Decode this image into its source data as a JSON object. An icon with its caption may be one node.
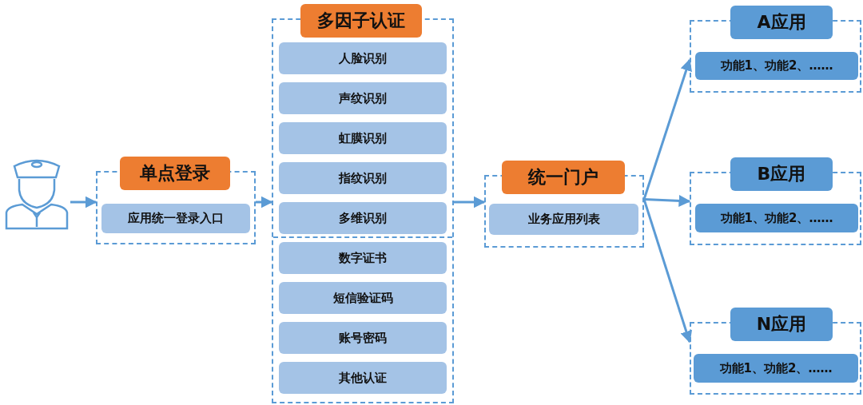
{
  "diagram": {
    "nodes": [
      {
        "text": [],
        "shape": "person"
      },
      {
        "text": [
          "单点登录"
        ]
      },
      {
        "text": [
          "应用统一登录入口"
        ],
        "in": 1
      },
      {
        "text": [
          "多因子认证"
        ]
      },
      {
        "text": [
          "人脸识别"
        ],
        "in": 3
      },
      {
        "text": [
          "声纹识别"
        ],
        "in": 3
      },
      {
        "text": [
          "虹膜识别"
        ],
        "in": 3
      },
      {
        "text": [
          "指纹识别"
        ],
        "in": 3
      },
      {
        "text": [
          "多维识别"
        ],
        "in": 3
      },
      {
        "text": [
          "数字证书"
        ],
        "in": 3
      },
      {
        "text": [
          "短信验证码"
        ],
        "in": 3
      },
      {
        "text": [
          "账号密码"
        ],
        "in": 3
      },
      {
        "text": [
          "其他认证"
        ],
        "in": 3
      },
      {
        "text": [
          "统一门户"
        ]
      },
      {
        "text": [
          "业务应用列表"
        ],
        "in": 13
      },
      {
        "text": [
          "A应用"
        ]
      },
      {
        "text": [
          "功能1、功能2、……"
        ],
        "in": 15
      },
      {
        "text": [
          "B应用"
        ]
      },
      {
        "text": [
          "功能1、功能2、……"
        ],
        "in": 17
      },
      {
        "text": [
          "N应用"
        ]
      },
      {
        "text": [
          "功能1、功能2、……"
        ],
        "in": 19
      }
    ],
    "edges": [
      {
        "from": 0,
        "to": 1,
        "arrow": "to"
      },
      {
        "from": 1,
        "to": 3,
        "arrow": "to"
      },
      {
        "from": 3,
        "to": 13,
        "arrow": "to"
      },
      {
        "from": 13,
        "to": 15,
        "arrow": "to"
      },
      {
        "from": 13,
        "to": 17,
        "arrow": "to"
      },
      {
        "from": 13,
        "to": 19,
        "arrow": "to"
      }
    ]
  }
}
